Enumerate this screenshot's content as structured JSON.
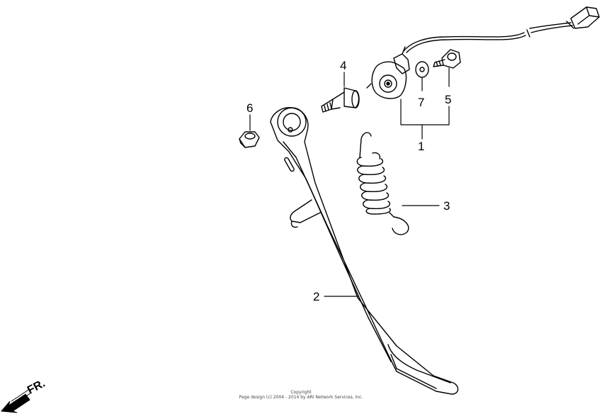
{
  "callouts": {
    "c1": "1",
    "c2": "2",
    "c3": "3",
    "c4": "4",
    "c5": "5",
    "c6": "6",
    "c7": "7"
  },
  "direction": {
    "label": "FR."
  },
  "footer": {
    "line1": "Copyright",
    "line2": "Page design (c) 2004 - 2014 by ARI Network Services, Inc."
  }
}
